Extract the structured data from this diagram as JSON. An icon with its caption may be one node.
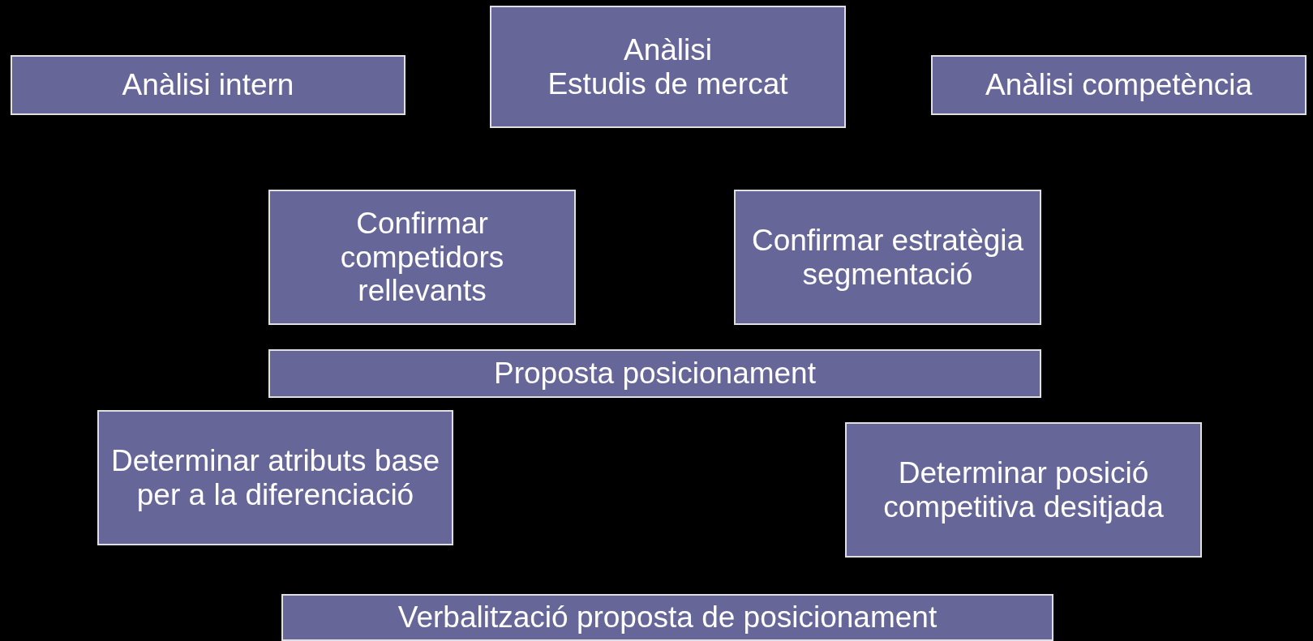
{
  "diagram": {
    "nodes": [
      {
        "text": [
          "Anàlisi intern"
        ]
      },
      {
        "text": [
          "Anàlisi",
          "Estudis de mercat"
        ]
      },
      {
        "text": [
          "Anàlisi competència"
        ]
      },
      {
        "text": [
          "Confirmar competidors rellevants"
        ]
      },
      {
        "text": [
          "Confirmar estratègia segmentació"
        ]
      },
      {
        "text": [
          "Proposta posicionament"
        ]
      },
      {
        "text": [
          "Determinar atributs base per a la diferenciació"
        ]
      },
      {
        "text": [
          "Determinar posició competitiva desitjada"
        ]
      },
      {
        "text": [
          "Verbalització proposta de posicionament"
        ]
      }
    ]
  }
}
